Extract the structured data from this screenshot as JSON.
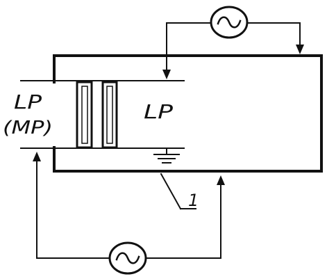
{
  "labels": {
    "left_top": "LP",
    "left_bottom": "(MP)",
    "inner": "LP",
    "callout": "1"
  },
  "icons": {
    "top_source": "ac-source-icon",
    "bottom_source": "ac-source-icon",
    "ground": "ground-icon"
  },
  "colors": {
    "ink": "#111111",
    "paper": "#ffffff"
  }
}
